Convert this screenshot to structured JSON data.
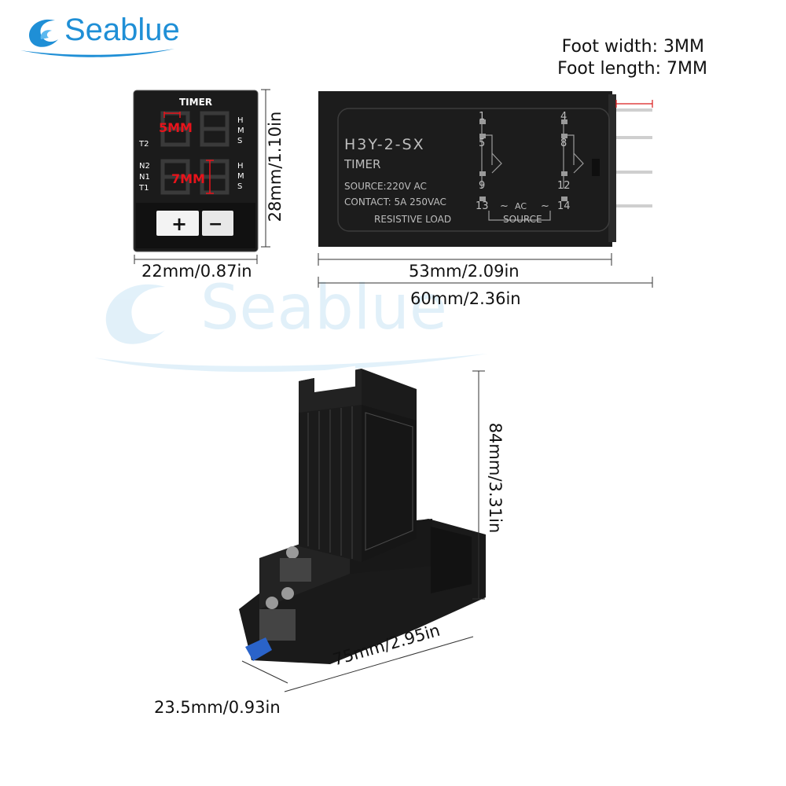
{
  "brand": {
    "name": "Seablue",
    "watermark": "Seablue"
  },
  "spec": {
    "foot_width": "Foot width: 3MM",
    "foot_length": "Foot length: 7MM"
  },
  "front_panel": {
    "title": "TIMER",
    "t2": "T2",
    "n2": "N2",
    "n1": "N1",
    "t1": "T1",
    "hms_top": [
      "H",
      "M",
      "S"
    ],
    "hms_bottom": [
      "H",
      "M",
      "S"
    ],
    "digit_height_top": "5MM",
    "digit_height_bottom": "7MM",
    "plus": "+",
    "minus": "−"
  },
  "side_label": {
    "model": "H3Y-2-SX",
    "type": "TIMER",
    "source": "SOURCE:220V AC",
    "contact": "CONTACT:  5A  250VAC",
    "load": "RESISTIVE LOAD",
    "pin1": "1",
    "pin5": "5",
    "pin9": "9",
    "pin13": "13",
    "pin4": "4",
    "pin8": "8",
    "pin12": "12",
    "pin14": "14",
    "ac": "AC",
    "tilde": "~",
    "source_tag": "SOURCE"
  },
  "dimensions": {
    "front_width": "22mm/0.87in",
    "front_height": "28mm/1.10in",
    "side_length": "53mm/2.09in",
    "total_length": "60mm/2.36in",
    "assembly_height": "84mm/3.31in",
    "base_length": "75mm/2.95in",
    "base_width": "23.5mm/0.93in"
  },
  "colors": {
    "brand_blue": "#1f8fd6",
    "device_black": "#1a1a1a",
    "led_red": "#e8131b",
    "dim_line_red": "#d91c1c",
    "terminal_blue": "#2a63c9"
  }
}
